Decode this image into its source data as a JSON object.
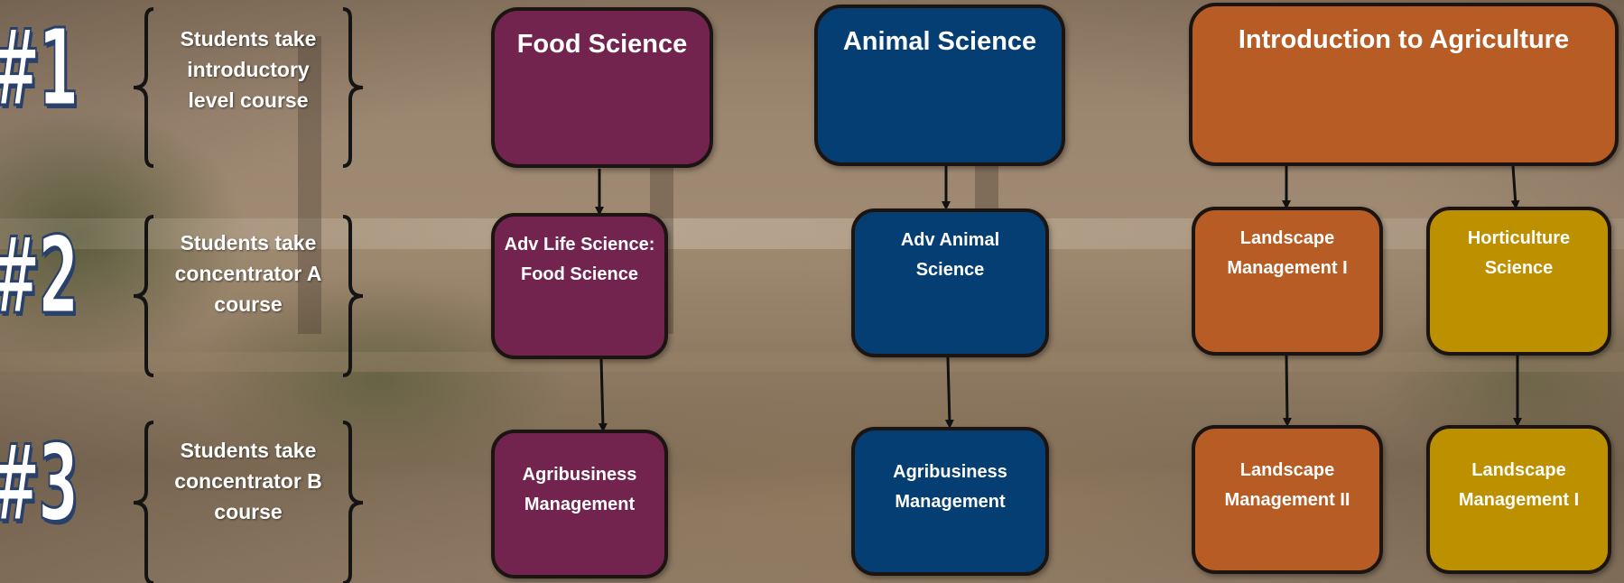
{
  "colors": {
    "food": "#72244f",
    "animal": "#053e72",
    "agri": "#b65c24",
    "hort": "#bd9000",
    "number_outline": "#29406a"
  },
  "steps": [
    {
      "number": "#1",
      "text": "Students take\nintroductory\nlevel course"
    },
    {
      "number": "#2",
      "text": "Students take\nconcentrator A\ncourse"
    },
    {
      "number": "#3",
      "text": "Students take\nconcentrator B\ncourse"
    }
  ],
  "pathways": {
    "food": {
      "intro": "Food Science",
      "concentrator_a": "Adv Life Science:\nFood Science",
      "concentrator_b": "Agribusiness\nManagement"
    },
    "animal": {
      "intro": "Animal Science",
      "concentrator_a": "Adv Animal\nScience",
      "concentrator_b": "Agribusiness\nManagement"
    },
    "agriculture": {
      "intro": "Introduction to Agriculture",
      "landscape_a": "Landscape\nManagement I",
      "landscape_b": "Landscape\nManagement II",
      "horticulture_a": "Horticulture\nScience",
      "horticulture_b": "Landscape\nManagement I"
    }
  }
}
